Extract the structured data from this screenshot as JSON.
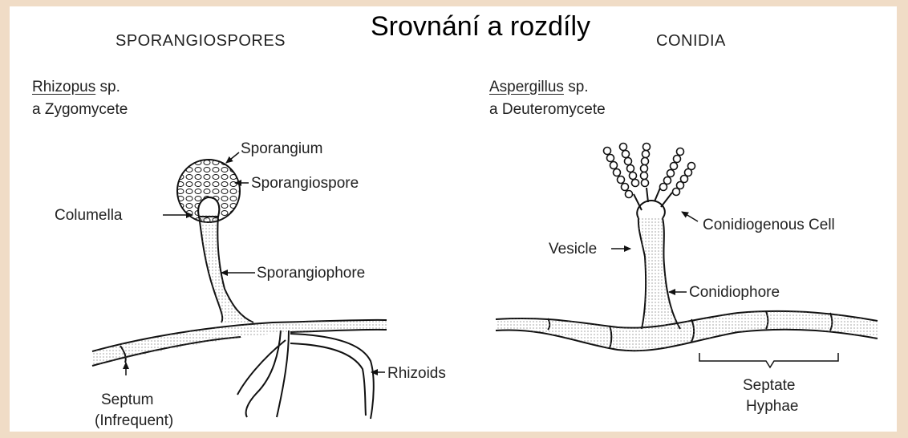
{
  "title": "Srovnání a rozdíly",
  "left": {
    "heading": "SPORANGIOSPORES",
    "genus": "Rhizopus",
    "genus_suffix": " sp.",
    "group": "a Zygomycete",
    "labels": {
      "sporangium": "Sporangium",
      "sporangiospore": "Sporangiospore",
      "columella": "Columella",
      "sporangiophore": "Sporangiophore",
      "rhizoids": "Rhizoids",
      "septum": "Septum",
      "septum_note": "(Infrequent)"
    }
  },
  "right": {
    "heading": "CONIDIA",
    "genus": "Aspergillus",
    "genus_suffix": " sp.",
    "group": "a Deuteromycete",
    "labels": {
      "conidiogenous_cell": "Conidiogenous Cell",
      "vesicle": "Vesicle",
      "conidiophore": "Conidiophore",
      "septate": "Septate",
      "hyphae": "Hyphae"
    }
  }
}
